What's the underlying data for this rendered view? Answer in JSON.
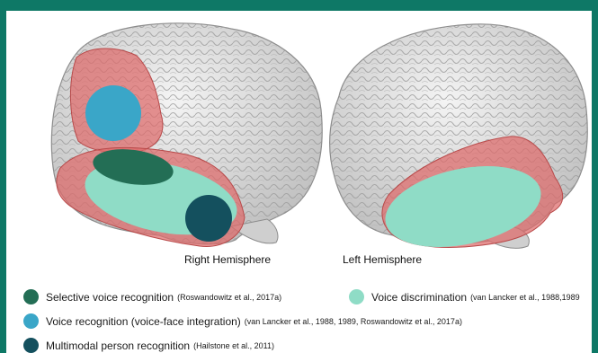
{
  "hemispheres": {
    "right_label": "Right Hemisphere",
    "left_label": "Left Hemisphere"
  },
  "legend": [
    {
      "label": "Selective voice recognition",
      "citation": "(Roswandowitz et al., 2017a)",
      "color": "#236e55"
    },
    {
      "label": "Voice discrimination",
      "citation": "(van Lancker et al., 1988,1989",
      "color": "#8fdcc6"
    },
    {
      "label": "Voice recognition (voice-face integration)",
      "citation": "(van Lancker et al., 1988, 1989, Roswandowitz et al., 2017a)",
      "color": "#3aa6c8"
    },
    {
      "label": "Multimodal person recognition",
      "citation": "(Hailstone et al., 2011)",
      "color": "#14505e"
    }
  ],
  "colors": {
    "frame": "#0e7866",
    "brain": "#d9d9d9",
    "region": "#de6a6a"
  }
}
